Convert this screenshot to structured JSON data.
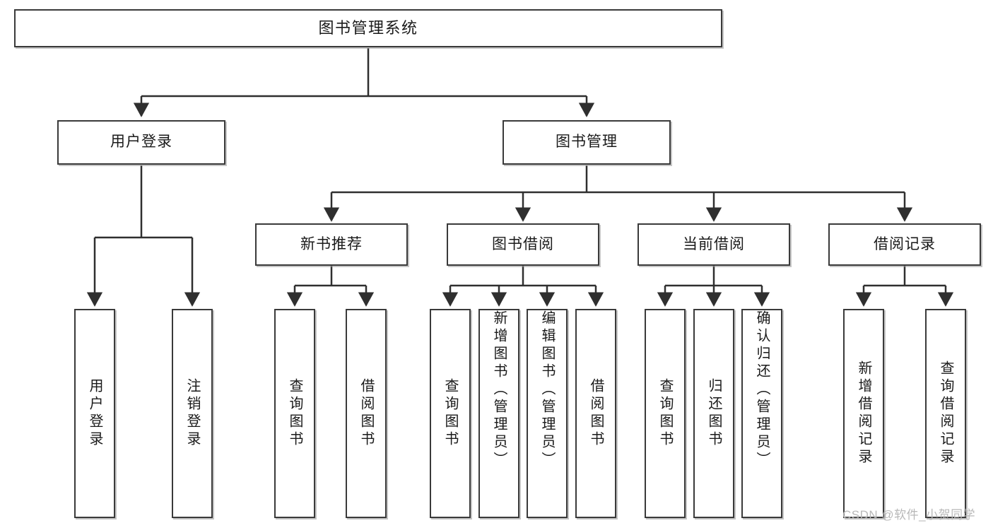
{
  "diagram": {
    "title": "图书管理系统",
    "type": "tree",
    "root": {
      "label": "图书管理系统"
    },
    "level2": [
      {
        "label": "用户登录"
      },
      {
        "label": "图书管理"
      }
    ],
    "level3": [
      {
        "label": "新书推荐"
      },
      {
        "label": "图书借阅"
      },
      {
        "label": "当前借阅"
      },
      {
        "label": "借阅记录"
      }
    ],
    "leaves": {
      "user_login": [
        {
          "label": "用户登录"
        },
        {
          "label": "注销登录"
        }
      ],
      "new_book_recommend": [
        {
          "label": "查询图书"
        },
        {
          "label": "借阅图书"
        }
      ],
      "book_borrow": [
        {
          "label": "查询图书"
        },
        {
          "label": "新增图书（管理员）"
        },
        {
          "label": "编辑图书（管理员）"
        },
        {
          "label": "借阅图书"
        }
      ],
      "current_borrow": [
        {
          "label": "查询图书"
        },
        {
          "label": "归还图书"
        },
        {
          "label": "确认归还（管理员）"
        }
      ],
      "borrow_record": [
        {
          "label": "新增借阅记录"
        },
        {
          "label": "查询借阅记录"
        }
      ]
    }
  },
  "watermark": {
    "text": "CSDN @软件_小贺同学"
  },
  "colors": {
    "box_border": "#3a3a3a",
    "box_fill": "#ffffff",
    "edge": "#2f2f2f",
    "text": "#1a1a1a",
    "watermark": "#b8b8b8"
  }
}
